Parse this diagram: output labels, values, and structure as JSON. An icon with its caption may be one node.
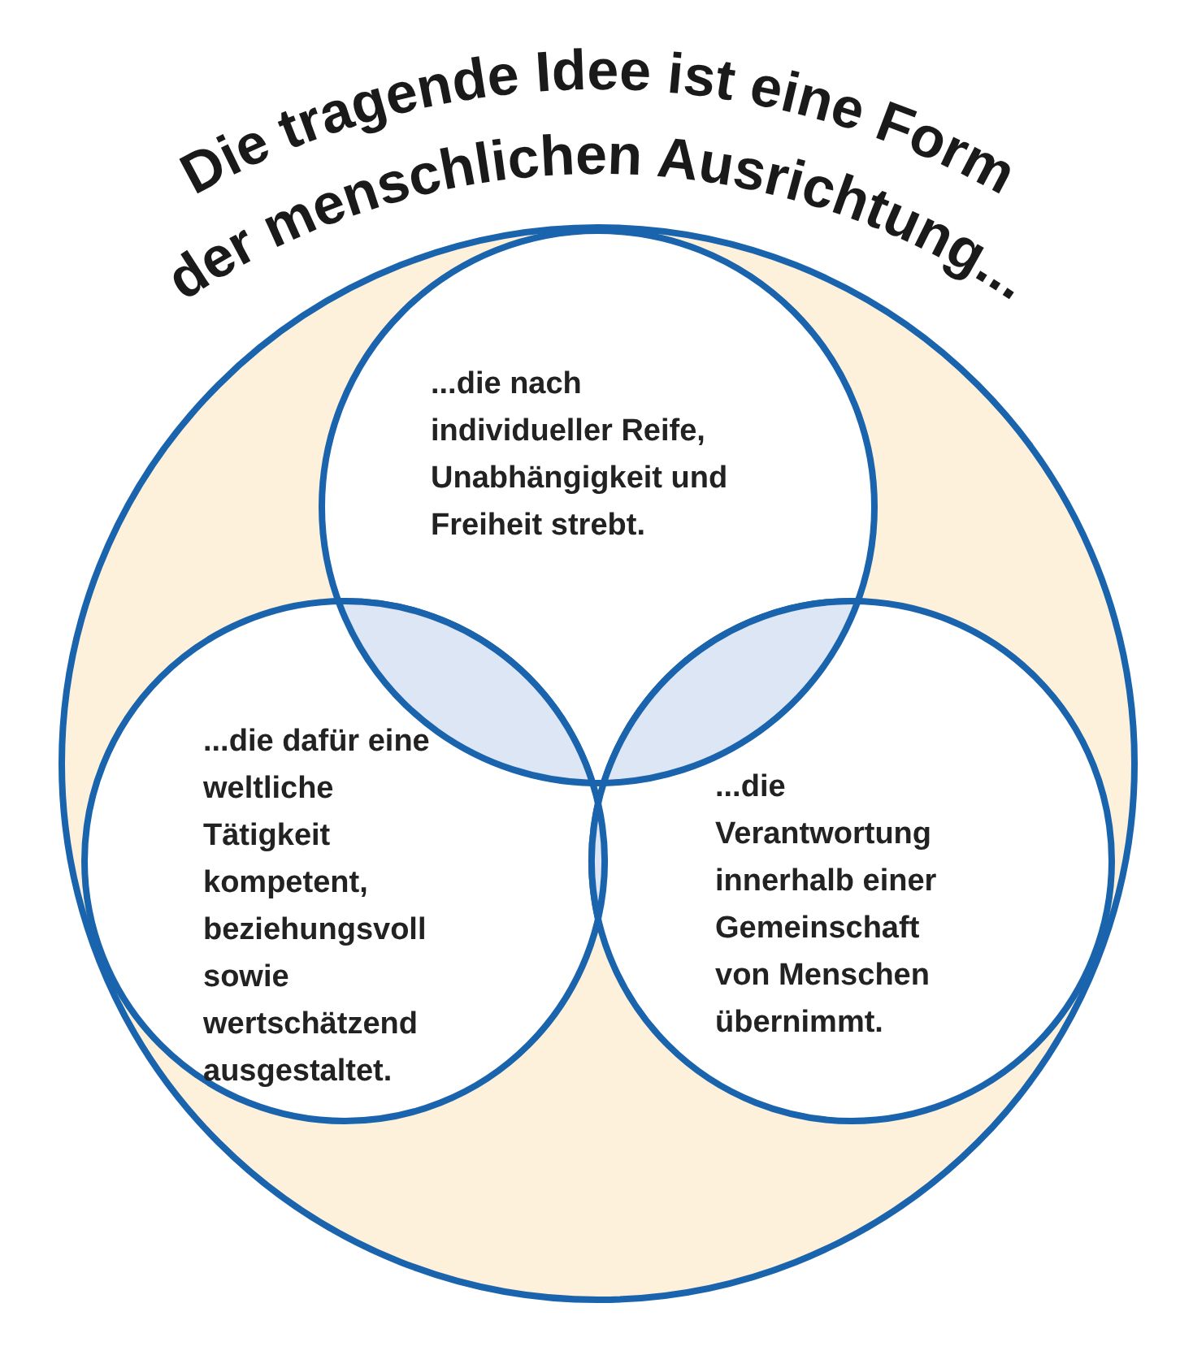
{
  "diagram": {
    "title": "Die tragende Idee ist eine Form der menschlichen Ausrichtung...",
    "nodes": [
      {
        "text": [],
        "shape": "circle"
      },
      {
        "text": [
          "...die nach individueller Reife, Unabhängigkeit und Freiheit strebt."
        ],
        "in": 0
      },
      {
        "text": [
          "...die dafür eine weltliche Tätigkeit kompetent, beziehungsvoll sowie wertschätzend ausgestaltet."
        ],
        "in": 0
      },
      {
        "text": [
          "...die Verantwortung innerhalb einer Gemeinschaft von Menschen übernimmt."
        ],
        "in": 0
      }
    ],
    "edges": []
  }
}
